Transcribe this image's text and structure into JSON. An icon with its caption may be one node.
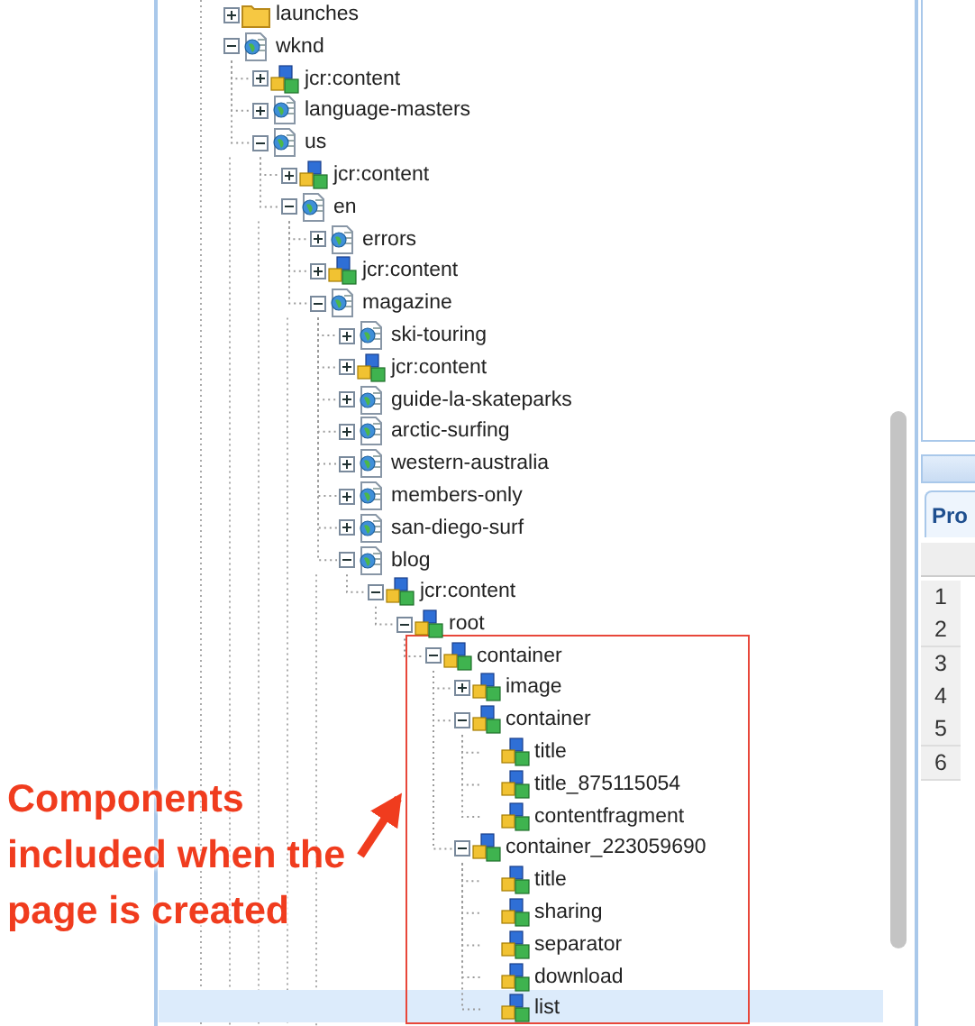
{
  "diagram": {
    "nodes": [
      {
        "text": [
          "launches"
        ]
      },
      {
        "text": [
          "wknd"
        ]
      },
      {
        "text": [
          "jcr:content"
        ]
      },
      {
        "text": [
          "language-masters"
        ]
      },
      {
        "text": [
          "us"
        ]
      },
      {
        "text": [
          "jcr:content"
        ]
      },
      {
        "text": [
          "en"
        ]
      },
      {
        "text": [
          "errors"
        ]
      },
      {
        "text": [
          "jcr:content"
        ]
      },
      {
        "text": [
          "magazine"
        ]
      },
      {
        "text": [
          "ski-touring"
        ]
      },
      {
        "text": [
          "jcr:content"
        ]
      },
      {
        "text": [
          "guide-la-skateparks"
        ]
      },
      {
        "text": [
          "arctic-surfing"
        ]
      },
      {
        "text": [
          "western-australia"
        ]
      },
      {
        "text": [
          "members-only"
        ]
      },
      {
        "text": [
          "san-diego-surf"
        ]
      },
      {
        "text": [
          "blog"
        ]
      },
      {
        "text": [
          "jcr:content"
        ]
      },
      {
        "text": [
          "root"
        ]
      },
      {
        "text": [],
        "shape": "box"
      },
      {
        "text": [
          "container"
        ],
        "in": 20
      },
      {
        "text": [
          "image"
        ],
        "in": 20
      },
      {
        "text": [
          "container"
        ],
        "in": 20
      },
      {
        "text": [
          "title"
        ],
        "in": 20
      },
      {
        "text": [
          "title_875115054"
        ],
        "in": 20
      },
      {
        "text": [
          "contentfragment"
        ],
        "in": 20
      },
      {
        "text": [
          "container_223059690"
        ],
        "in": 20
      },
      {
        "text": [
          "title"
        ],
        "in": 20
      },
      {
        "text": [
          "sharing"
        ],
        "in": 20
      },
      {
        "text": [
          "separator"
        ],
        "in": 20
      },
      {
        "text": [
          "download"
        ],
        "in": 20
      },
      {
        "text": [
          "list"
        ],
        "in": 20
      },
      {
        "text": [
          "Components included when the page is created"
        ]
      }
    ],
    "edges": [
      {
        "from": 1,
        "to": 2,
        "arrow": "none",
        "style": "dashed"
      },
      {
        "from": 1,
        "to": 3,
        "arrow": "none",
        "style": "dashed"
      },
      {
        "from": 1,
        "to": 4,
        "arrow": "none",
        "style": "dashed"
      },
      {
        "from": 4,
        "to": 5,
        "arrow": "none",
        "style": "dashed"
      },
      {
        "from": 4,
        "to": 6,
        "arrow": "none",
        "style": "dashed"
      },
      {
        "from": 6,
        "to": 7,
        "arrow": "none",
        "style": "dashed"
      },
      {
        "from": 6,
        "to": 8,
        "arrow": "none",
        "style": "dashed"
      },
      {
        "from": 6,
        "to": 9,
        "arrow": "none",
        "style": "dashed"
      },
      {
        "from": 9,
        "to": 10,
        "arrow": "none",
        "style": "dashed"
      },
      {
        "from": 9,
        "to": 11,
        "arrow": "none",
        "style": "dashed"
      },
      {
        "from": 9,
        "to": 12,
        "arrow": "none",
        "style": "dashed"
      },
      {
        "from": 9,
        "to": 13,
        "arrow": "none",
        "style": "dashed"
      },
      {
        "from": 9,
        "to": 14,
        "arrow": "none",
        "style": "dashed"
      },
      {
        "from": 9,
        "to": 15,
        "arrow": "none",
        "style": "dashed"
      },
      {
        "from": 9,
        "to": 16,
        "arrow": "none",
        "style": "dashed"
      },
      {
        "from": 9,
        "to": 17,
        "arrow": "none",
        "style": "dashed"
      },
      {
        "from": 17,
        "to": 18,
        "arrow": "none",
        "style": "dashed"
      },
      {
        "from": 18,
        "to": 19,
        "arrow": "none",
        "style": "dashed"
      },
      {
        "from": 19,
        "to": 21,
        "arrow": "none",
        "style": "dashed"
      },
      {
        "from": 21,
        "to": 22,
        "arrow": "none",
        "style": "dashed"
      },
      {
        "from": 21,
        "to": 23,
        "arrow": "none",
        "style": "dashed"
      },
      {
        "from": 23,
        "to": 24,
        "arrow": "none",
        "style": "dashed"
      },
      {
        "from": 23,
        "to": 25,
        "arrow": "none",
        "style": "dashed"
      },
      {
        "from": 23,
        "to": 26,
        "arrow": "none",
        "style": "dashed"
      },
      {
        "from": 21,
        "to": 27,
        "arrow": "none",
        "style": "dashed"
      },
      {
        "from": 27,
        "to": 28,
        "arrow": "none",
        "style": "dashed"
      },
      {
        "from": 27,
        "to": 29,
        "arrow": "none",
        "style": "dashed"
      },
      {
        "from": 27,
        "to": 30,
        "arrow": "none",
        "style": "dashed"
      },
      {
        "from": 27,
        "to": 31,
        "arrow": "none",
        "style": "dashed"
      },
      {
        "from": 27,
        "to": 32,
        "arrow": "none",
        "style": "dashed"
      },
      {
        "from": 33,
        "to": 20,
        "arrow": "to",
        "style": "thick",
        "color": "#f03c1e"
      }
    ],
    "labels": [
      "Pro",
      "1",
      "2",
      "3",
      "4",
      "5",
      "6"
    ]
  }
}
